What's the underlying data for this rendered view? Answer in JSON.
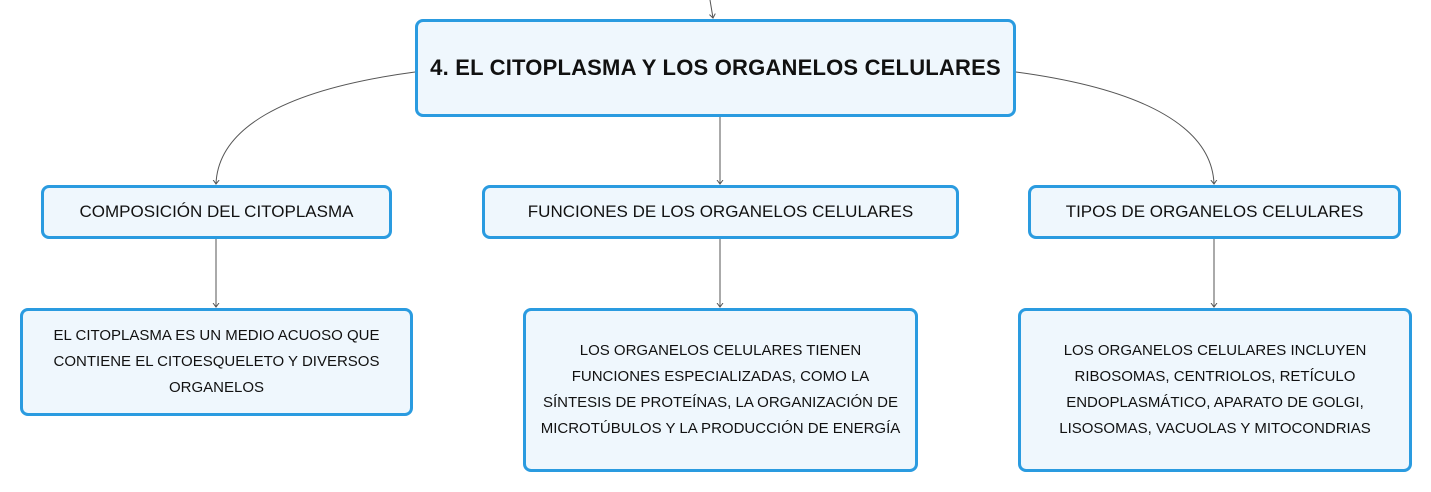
{
  "colors": {
    "node_border": "#2a9be0",
    "node_fill": "#eff7fd",
    "connector": "#555555"
  },
  "root": {
    "title": "4. EL CITOPLASMA Y LOS ORGANELOS CELULARES"
  },
  "branches": [
    {
      "title": "COMPOSICIÓN DEL CITOPLASMA",
      "detail": "EL CITOPLASMA ES UN MEDIO ACUOSO QUE CONTIENE EL CITOESQUELETO Y DIVERSOS ORGANELOS"
    },
    {
      "title": "FUNCIONES DE LOS ORGANELOS CELULARES",
      "detail": "LOS ORGANELOS CELULARES TIENEN FUNCIONES ESPECIALIZADAS, COMO LA SÍNTESIS DE PROTEÍNAS, LA ORGANIZACIÓN DE MICROTÚBULOS Y LA PRODUCCIÓN DE ENERGÍA"
    },
    {
      "title": "TIPOS DE ORGANELOS CELULARES",
      "detail": "LOS ORGANELOS CELULARES INCLUYEN RIBOSOMAS, CENTRIOLOS, RETÍCULO ENDOPLASMÁTICO, APARATO DE GOLGI, LISOSOMAS, VACUOLAS Y MITOCONDRIAS"
    }
  ]
}
